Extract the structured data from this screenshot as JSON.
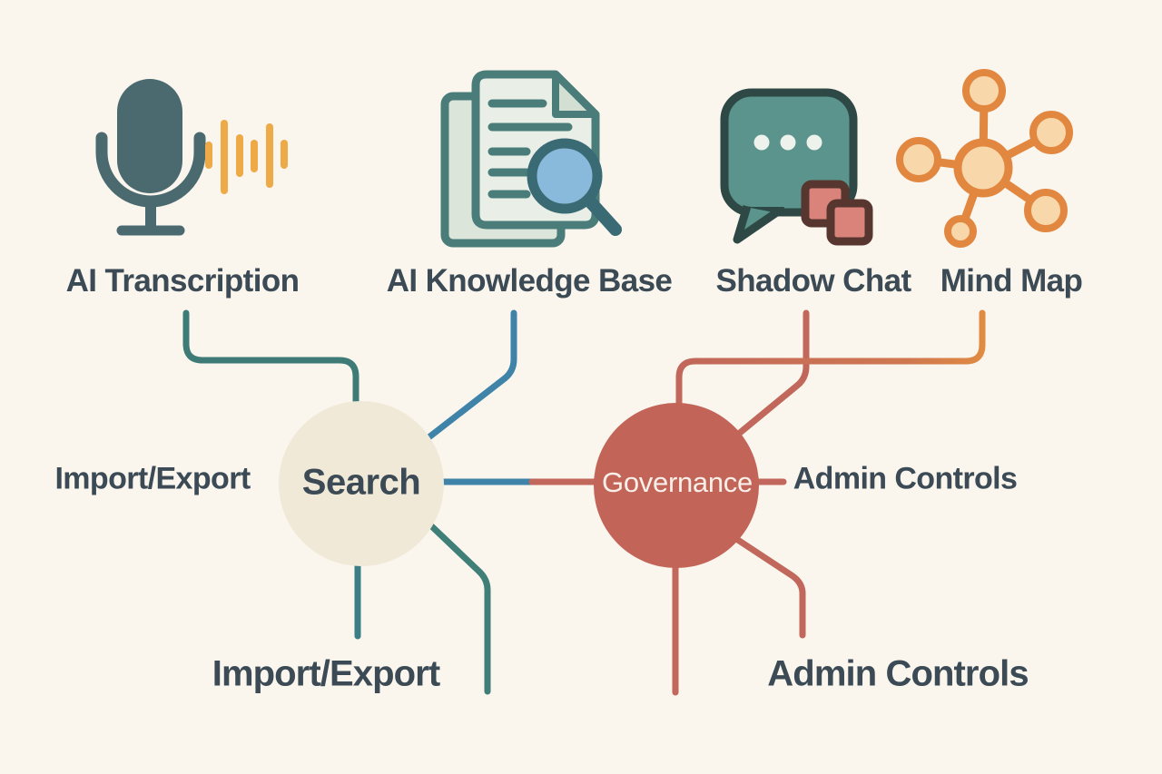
{
  "diagram": {
    "title_hidden": "",
    "background": "#faf6ee",
    "features": [
      {
        "label": "AI Transcription",
        "icon": "microphone-icon"
      },
      {
        "label": "AI Knowledge Base",
        "icon": "document-search-icon"
      },
      {
        "label": "Shadow Chat",
        "icon": "chat-bubble-icon"
      },
      {
        "label": "Mind Map",
        "icon": "mind-map-icon"
      }
    ],
    "hubs": [
      {
        "label": "Search",
        "fill": "#f0e9d8",
        "text_color": "#3b4a54"
      },
      {
        "label": "Governance",
        "fill": "#c26458",
        "text_color": "#f7efe8"
      }
    ],
    "satellite_labels": [
      {
        "label": "Import/Export",
        "position": "left-of-search"
      },
      {
        "label": "Import/Export",
        "position": "below-search"
      },
      {
        "label": "Admin Controls",
        "position": "right-of-governance"
      },
      {
        "label": "Admin Controls",
        "position": "below-governance"
      }
    ],
    "colors": {
      "text": "#3b4a54",
      "connector_teal": "#3e7b76",
      "connector_blue": "#3f83a9",
      "connector_red": "#c1675b",
      "connector_orange": "#e08a42",
      "mic_body": "#4b6a70",
      "wave_orange": "#edaa47",
      "doc_outline": "#4a7d7a",
      "doc_fill": "#e9eee6",
      "lens_blue": "#8abadb",
      "bubble_teal": "#5b948c",
      "square_rose": "#d9837b",
      "square_outline": "#583630",
      "mindmap_orange": "#e28740",
      "mindmap_fill": "#f8d8aa"
    }
  }
}
